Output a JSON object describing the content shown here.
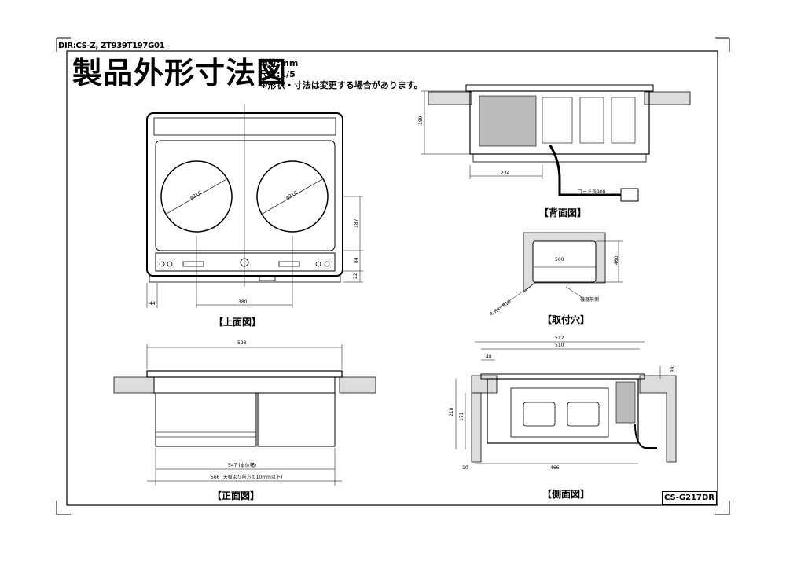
{
  "header": {
    "doc_code": "DIR:CS-Z, ZT939T197G01",
    "title": "製品外形寸法図",
    "unit_line": "単位:mm",
    "scale_line": "尺度:1/5",
    "note_line": "※形状・寸法は変更する場合があります。"
  },
  "captions": {
    "top_view": "【上面図】",
    "back_view": "【背面図】",
    "mounting_hole": "【取付穴】",
    "front_view": "【正面図】",
    "side_view": "【側面図】"
  },
  "model_number": "CS-G217DR",
  "dimensions": {
    "top_burner_left": "φ210",
    "top_burner_right": "φ210",
    "top_left_offset": "44",
    "top_center_span": "380",
    "top_right_1": "187",
    "top_right_2": "84",
    "top_right_3": "22",
    "back_height": "189",
    "back_width": "234",
    "back_cord": "コード長900",
    "hole_width": "560",
    "hole_height": "460",
    "hole_radius": "4-R4~R10",
    "hole_label": "機器前側",
    "front_total": "598",
    "front_inner": "547 (本体幅)",
    "front_bottom": "566 (天板より前方の10mm以下)",
    "side_total": "512",
    "side_inner": "510",
    "side_top": "48",
    "side_height_1": "218",
    "side_height_2": "171",
    "side_right": "38",
    "side_bottom_left": "10",
    "side_bottom": "466"
  }
}
